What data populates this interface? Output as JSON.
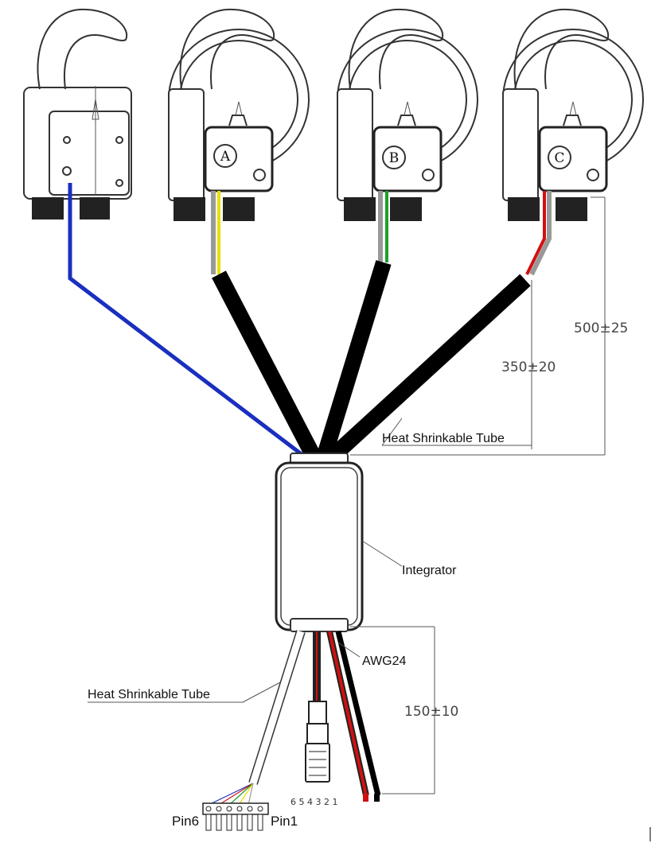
{
  "labels": {
    "heat_tube_top": "Heat Shrinkable Tube",
    "integrator": "Integrator",
    "heat_tube_bottom": "Heat Shrinkable Tube",
    "awg": "AWG24",
    "pin6": "Pin6",
    "pin1": "Pin1",
    "rj_pins": "6 5 4 3 2 1"
  },
  "dimensions": {
    "d500": "500±25",
    "d350": "350±20",
    "d150": "150±10"
  },
  "sensors": [
    {
      "letter": ""
    },
    {
      "letter": "A"
    },
    {
      "letter": "B"
    },
    {
      "letter": "C"
    }
  ],
  "colors": {
    "blue_wire": "#1a2fbf",
    "yellow_wire": "#e8e000",
    "green_wire": "#1fa02a",
    "red_wire": "#d01010",
    "black_tube": "#000000"
  }
}
